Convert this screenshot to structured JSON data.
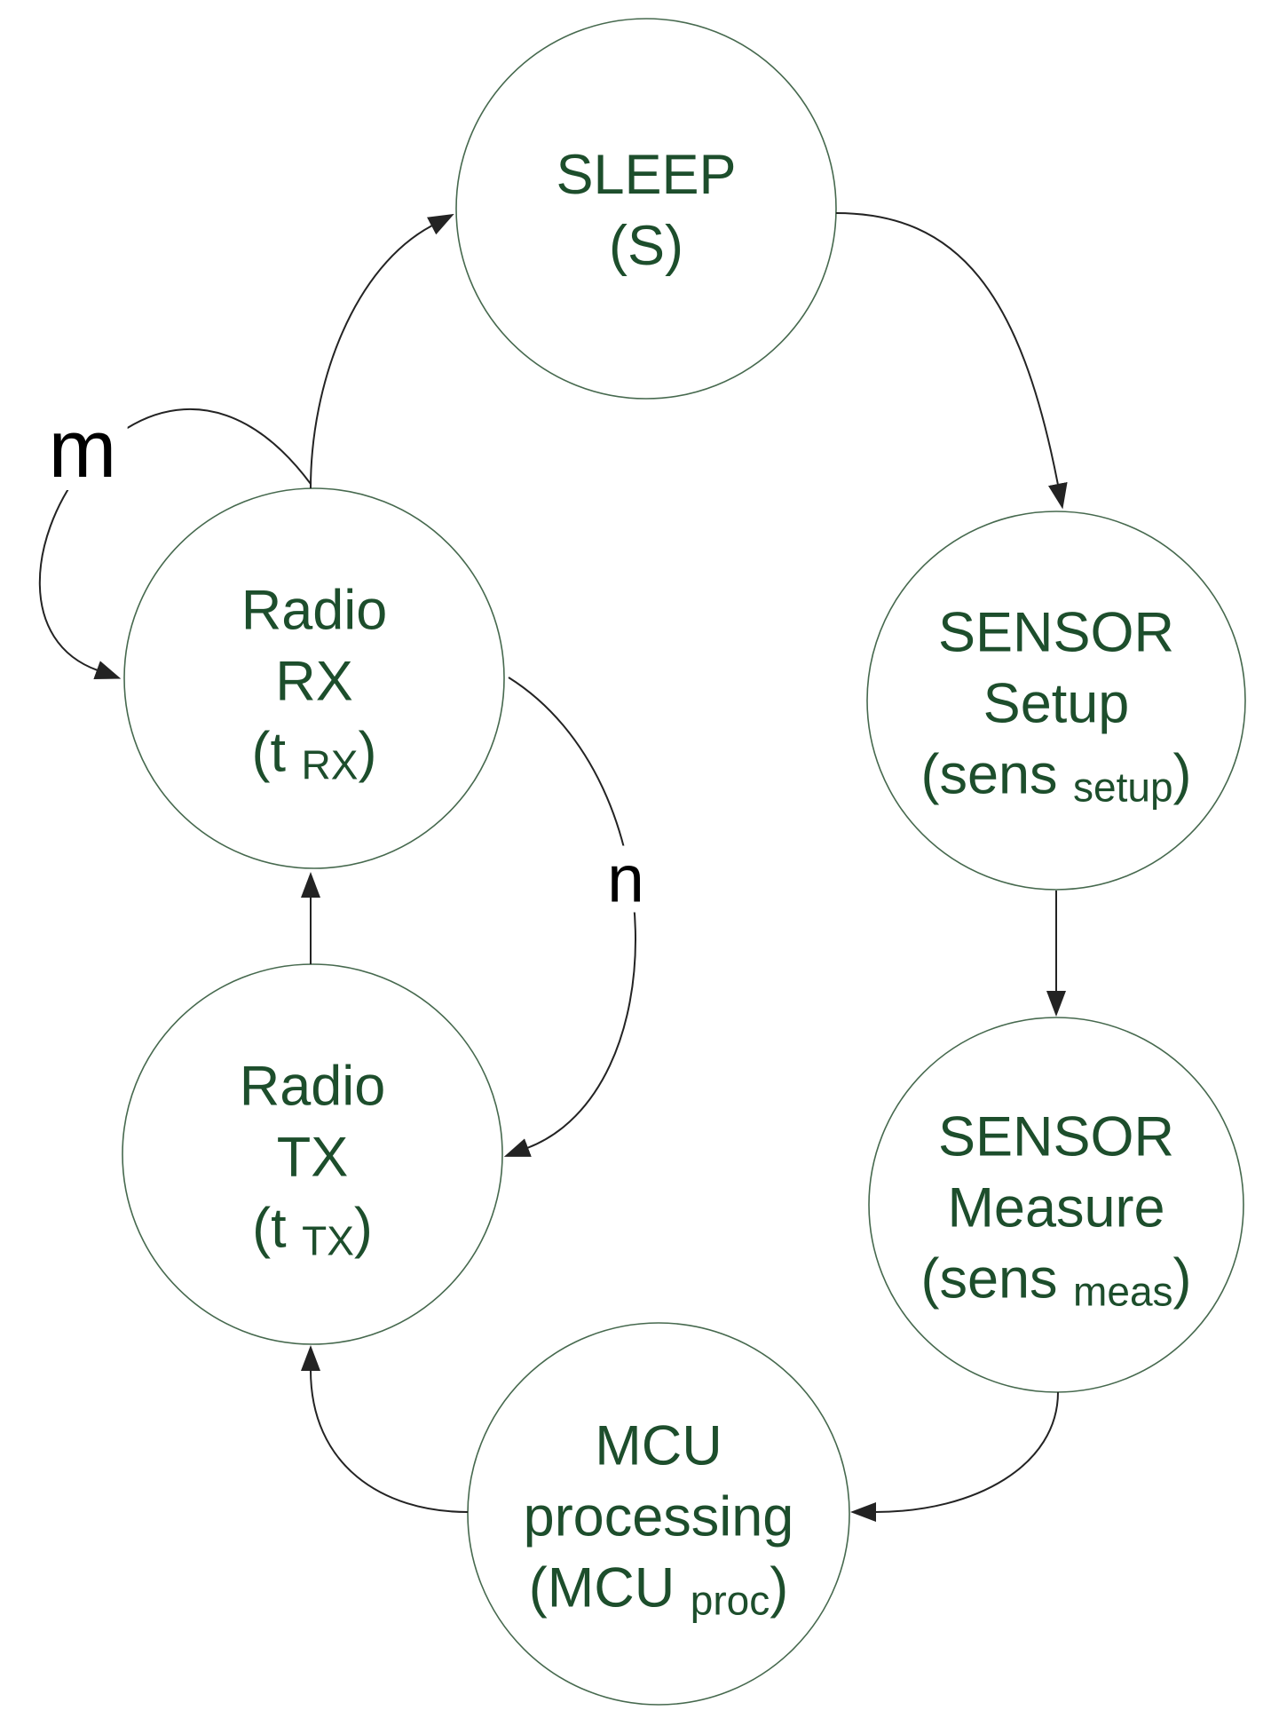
{
  "diagram": {
    "type": "state-diagram",
    "colors": {
      "text": "#1d4e2c",
      "circle_stroke": "#46694e",
      "edge": "#232323",
      "edge_label": "#000000",
      "background": "#ffffff"
    },
    "states": [
      {
        "id": "sleep",
        "name": "SLEEP (S)",
        "lines": [
          [
            {
              "t": "SLEEP"
            }
          ],
          [
            {
              "t": "(S)"
            }
          ]
        ]
      },
      {
        "id": "sensor-setup",
        "name": "SENSOR Setup (sens setup)",
        "lines": [
          [
            {
              "t": "SENSOR"
            }
          ],
          [
            {
              "t": "Setup"
            }
          ],
          [
            {
              "t": "(sens "
            },
            {
              "t": "setup",
              "sub": true
            },
            {
              "t": ")"
            }
          ]
        ]
      },
      {
        "id": "sensor-measure",
        "name": "SENSOR Measure (sens meas)",
        "lines": [
          [
            {
              "t": "SENSOR"
            }
          ],
          [
            {
              "t": "Measure"
            }
          ],
          [
            {
              "t": "(sens "
            },
            {
              "t": "meas",
              "sub": true
            },
            {
              "t": ")"
            }
          ]
        ]
      },
      {
        "id": "mcu-processing",
        "name": "MCU processing (MCU proc)",
        "lines": [
          [
            {
              "t": "MCU"
            }
          ],
          [
            {
              "t": "processing"
            }
          ],
          [
            {
              "t": "(MCU "
            },
            {
              "t": "proc",
              "sub": true
            },
            {
              "t": ")"
            }
          ]
        ]
      },
      {
        "id": "radio-tx",
        "name": "Radio TX (t TX)",
        "lines": [
          [
            {
              "t": "Radio"
            }
          ],
          [
            {
              "t": "TX"
            }
          ],
          [
            {
              "t": "(t "
            },
            {
              "t": "TX",
              "sub": true
            },
            {
              "t": ")"
            }
          ]
        ]
      },
      {
        "id": "radio-rx",
        "name": "Radio RX (t RX)",
        "lines": [
          [
            {
              "t": "Radio"
            }
          ],
          [
            {
              "t": "RX"
            }
          ],
          [
            {
              "t": "(t "
            },
            {
              "t": "RX",
              "sub": true
            },
            {
              "t": ")"
            }
          ]
        ]
      }
    ],
    "edge_labels": {
      "m": "m",
      "n": "n"
    },
    "transitions": [
      {
        "from": "SLEEP",
        "to": "SENSOR Setup",
        "label": ""
      },
      {
        "from": "SENSOR Setup",
        "to": "SENSOR Measure",
        "label": ""
      },
      {
        "from": "SENSOR Measure",
        "to": "MCU processing",
        "label": ""
      },
      {
        "from": "MCU processing",
        "to": "Radio TX",
        "label": ""
      },
      {
        "from": "Radio TX",
        "to": "Radio RX",
        "label": ""
      },
      {
        "from": "Radio RX",
        "to": "SLEEP",
        "label": ""
      },
      {
        "from": "Radio RX",
        "to": "Radio RX",
        "label": "m"
      },
      {
        "from": "Radio RX",
        "to": "Radio TX",
        "label": "n"
      }
    ]
  }
}
